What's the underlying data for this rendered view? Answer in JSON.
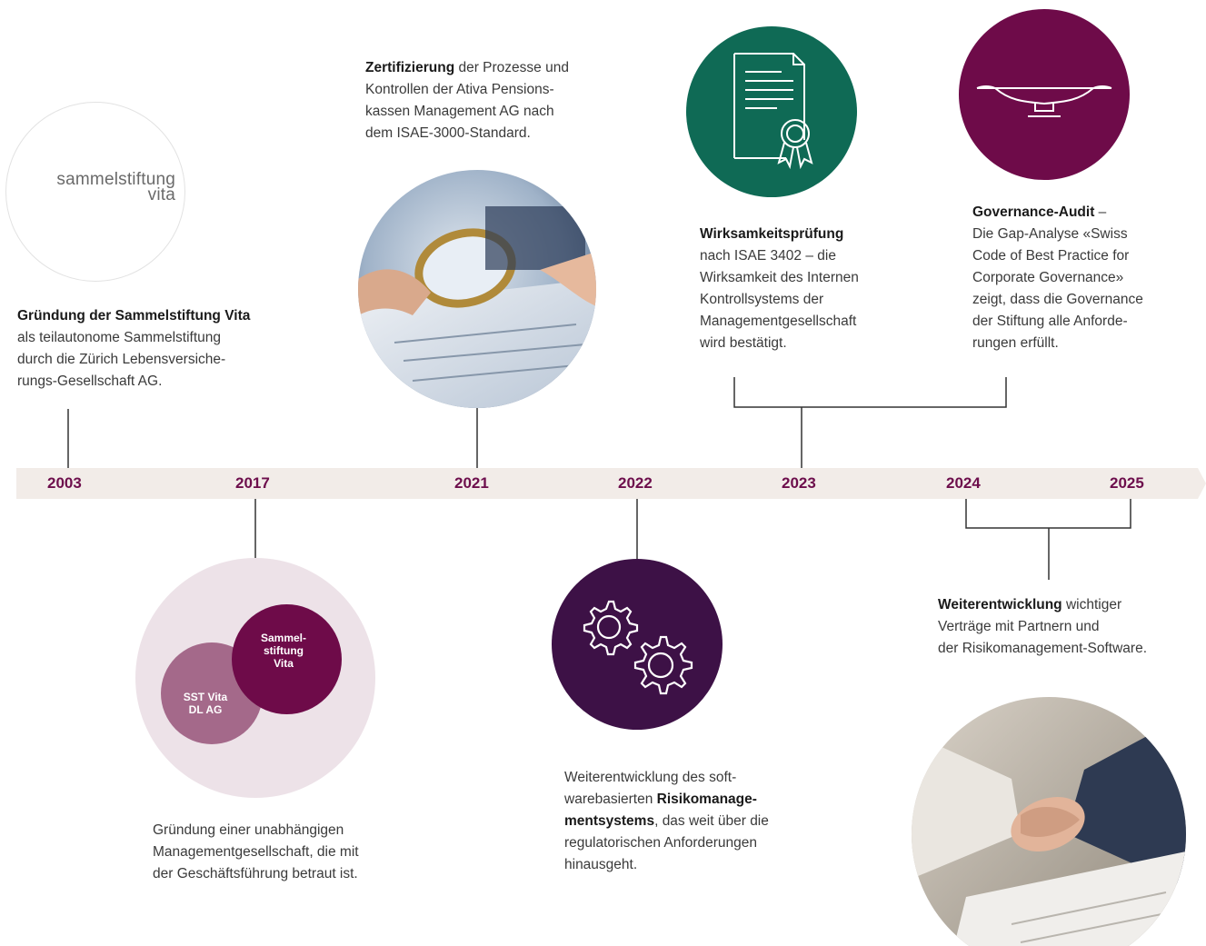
{
  "timeline": {
    "years": [
      "2003",
      "2017",
      "2021",
      "2022",
      "2023",
      "2024",
      "2025"
    ],
    "bar_color": "#f1ebe8",
    "year_color": "#6d0e4c"
  },
  "logo": {
    "line1": "sammelstiftung",
    "line2": "vita"
  },
  "e2003": {
    "title": "Gründung der Sammelstiftung Vita",
    "body": [
      "als teilautonome Sammelstiftung",
      "durch die Zürich Lebensversiche-",
      "rungs-Gesellschaft AG."
    ]
  },
  "e2017": {
    "circle_outer": "SST Vita DL AG",
    "circle_outer_l1": "SST Vita",
    "circle_outer_l2": "DL AG",
    "circle_inner_l1": "Sammel-",
    "circle_inner_l2": "stiftung",
    "circle_inner_l3": "Vita",
    "body": [
      "Gründung einer unabhängigen",
      "Managementgesellschaft, die mit",
      "der Geschäftsführung betraut ist."
    ]
  },
  "e2021": {
    "title": "Zertifizierung",
    "title_rest": " der Prozesse und",
    "body": [
      "Kontrollen der Ativa Pensions-",
      "kassen Management AG nach",
      "dem ISAE-3000-Standard."
    ]
  },
  "e2022": {
    "pre": [
      "Weiterentwicklung des soft-"
    ],
    "line2_pre": "warebasierten ",
    "bold1": "Risikomanage-",
    "bold2": "mentsystems",
    "line3_rest": ", das weit über die",
    "post": [
      "regulatorischen Anforderungen",
      "hinausgeht."
    ]
  },
  "e2023a": {
    "title": "Wirksamkeitsprüfung",
    "body": [
      "nach ISAE 3402 – die",
      "Wirksamkeit des Internen",
      "Kontrollsystems der",
      "Managementgesellschaft",
      "wird bestätigt."
    ]
  },
  "e2023b": {
    "title": "Governance-Audit",
    "title_rest": " –",
    "body": [
      "Die Gap-Analyse «Swiss",
      "Code of Best Practice for",
      "Corporate Governance»",
      "zeigt, dass die Governance",
      "der Stiftung alle Anforde-",
      "rungen erfüllt."
    ]
  },
  "e2024": {
    "title": "Weiterentwicklung",
    "title_rest": " wichtiger",
    "body": [
      "Verträge mit Partnern und",
      "der Risikomanagement-Software."
    ]
  },
  "colors": {
    "green": "#0f6a55",
    "plum": "#6e0b49",
    "dark_purple": "#3d1146",
    "light_pink": "#ece0e6",
    "mauve": "#a36a89"
  }
}
